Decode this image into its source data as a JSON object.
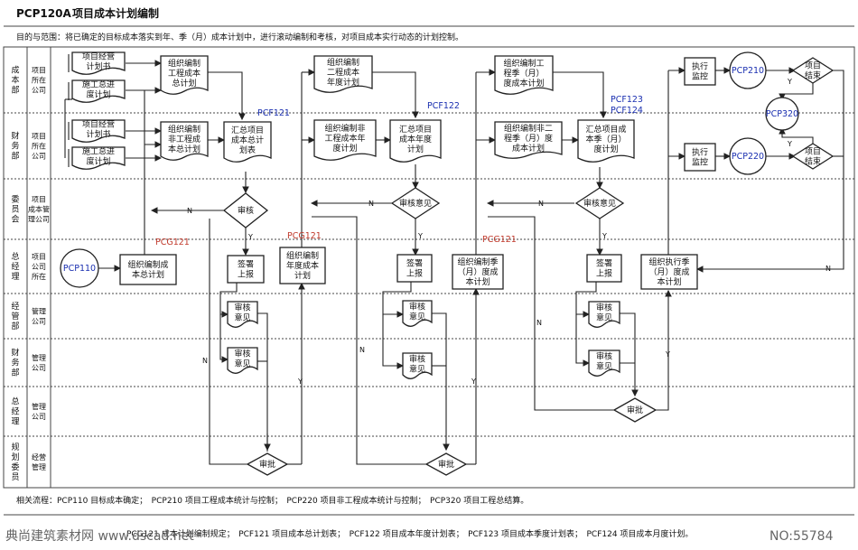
{
  "header": {
    "code": "PCP120A",
    "title": "项目成本计划编制",
    "purpose": "目的与范围：将已确定的目标成本落实到年、季（月）成本计划中，进行滚动编制和考核，对项目成本实行动态的计划控制。"
  },
  "lanes": [
    {
      "id": "l1",
      "label": [
        "成",
        "本",
        "部"
      ],
      "sub": [
        "项目",
        "所在",
        "公司"
      ]
    },
    {
      "id": "l2",
      "label": [
        "财",
        "务",
        "部"
      ],
      "sub": [
        "项目",
        "所在",
        "公司"
      ]
    },
    {
      "id": "l3",
      "label": [
        "委",
        "员",
        "会"
      ],
      "sub": [
        "项目",
        "成本管",
        "理公司"
      ]
    },
    {
      "id": "l4",
      "label": [
        "总",
        "经",
        "理"
      ],
      "sub": [
        "项目",
        "公司",
        "所在"
      ]
    },
    {
      "id": "l5",
      "label": [
        "经",
        "管",
        "部"
      ],
      "sub": [
        "管理",
        "公司"
      ]
    },
    {
      "id": "l6",
      "label": [
        "财",
        "务",
        "部"
      ],
      "sub": [
        "管理",
        "公司"
      ]
    },
    {
      "id": "l7",
      "label": [
        "总",
        "经",
        "理"
      ],
      "sub": [
        "管理",
        "公司"
      ]
    },
    {
      "id": "l8",
      "label": [
        "规",
        "划",
        "委",
        "员"
      ],
      "sub": [
        "经营",
        "管理"
      ]
    }
  ],
  "nodes": {
    "doc_pm_plan_1": [
      "项目经营",
      "计划书"
    ],
    "doc_progress_1": [
      "施工总进",
      "度计划"
    ],
    "doc_pm_plan_2": [
      "项目经营",
      "计划书"
    ],
    "doc_progress_2": [
      "施工总进",
      "度计划"
    ],
    "eng_total": [
      "组织编制",
      "工程成本",
      "总计划"
    ],
    "noneng_total": [
      "组织编制",
      "非工程成",
      "本总计划"
    ],
    "sum_total": [
      "汇总项目",
      "成本总计",
      "划表"
    ],
    "eng_annual": [
      "组织编制",
      "二程成本",
      "年度计划"
    ],
    "noneng_annual": [
      "组织编制非",
      "工程成本年",
      "度计划"
    ],
    "sum_annual": [
      "汇总项目",
      "成本年度",
      "计划"
    ],
    "eng_quarter": [
      "组织编制工",
      "程季（月）",
      "度成本计划"
    ],
    "noneng_quarter": [
      "组织编制非二",
      "程季（月）度",
      "成本计划"
    ],
    "sum_quarter": [
      "汇总项目成",
      "本季（月）",
      "度计划"
    ],
    "review_1": "审核",
    "review_2": "审核意见",
    "review_3": "审核意见",
    "pcp110": "PCP110",
    "org_total": [
      "组织编制成",
      "本总计划"
    ],
    "sign_1": [
      "签署",
      "上报"
    ],
    "op_1": [
      "审核",
      "意见"
    ],
    "fin_1": [
      "审核",
      "意见"
    ],
    "approve_1": "审批",
    "org_annual": [
      "组织编制",
      "年度成本",
      "计划"
    ],
    "sign_2": [
      "签署",
      "上报"
    ],
    "op_2": [
      "审核",
      "意见"
    ],
    "fin_2": [
      "审核",
      "意见"
    ],
    "approve_2": "审批",
    "org_quarter": [
      "组织编制季",
      "（月）度成",
      "本计划"
    ],
    "sign_3": [
      "签署",
      "上报"
    ],
    "op_3": [
      "审核",
      "意见"
    ],
    "fin_3": [
      "审核",
      "意见"
    ],
    "approve_3": "审批",
    "org_exec": [
      "组织执行季",
      "（月）度成",
      "本计划"
    ],
    "exec_1": [
      "执行",
      "监控"
    ],
    "exec_2": [
      "执行",
      "监控"
    ],
    "pcp210": "PCP210",
    "pcp220": "PCP220",
    "pcp320": "PCP320",
    "end_1": [
      "项目",
      "结束"
    ],
    "end_2": [
      "项目",
      "结束"
    ]
  },
  "codes": {
    "pcf121": "PCF121",
    "pcf122": "PCF122",
    "pcf123": "PCF123",
    "pcf124": "PCF124",
    "pcg121_a": "PCG121",
    "pcg121_b": "PCG121",
    "pcg121_c": "PCG121"
  },
  "edge_labels": {
    "yes": "Y",
    "no": "N"
  },
  "footer": {
    "related": "相关流程：PCP110 目标成本确定；　PCP210 项目工程成本统计与控制；　PCP220 项目非工程成本统计与控制；　PCP320 项目工程总结算。",
    "forms": "PCG121 成本计划编制规定；　PCF121 项目成本总计划表；　PCF122 项目成本年度计划表；　PCF123 项目成本季度计划表；　PCF124 项目成本月度计划。"
  },
  "watermark": {
    "site": "典尚建筑素材网 www.dscad.net",
    "number": "NO:55784"
  }
}
